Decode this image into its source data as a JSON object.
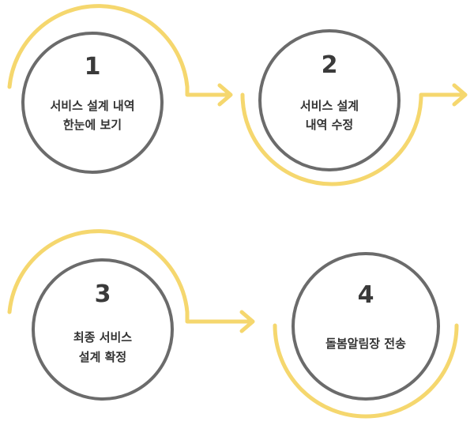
{
  "colors": {
    "arc": "#f5d76e",
    "circle_stroke": "#6b6b6b",
    "text": "#333333",
    "background": "#ffffff"
  },
  "steps": [
    {
      "number": "1",
      "label_lines": [
        "서비스 설계 내역",
        "한눈에 보기"
      ]
    },
    {
      "number": "2",
      "label_lines": [
        "서비스 설계",
        "내역 수정"
      ]
    },
    {
      "number": "3",
      "label_lines": [
        "최종 서비스",
        "설계 확정"
      ]
    },
    {
      "number": "4",
      "label_lines": [
        "돌봄알림장 전송"
      ]
    }
  ]
}
